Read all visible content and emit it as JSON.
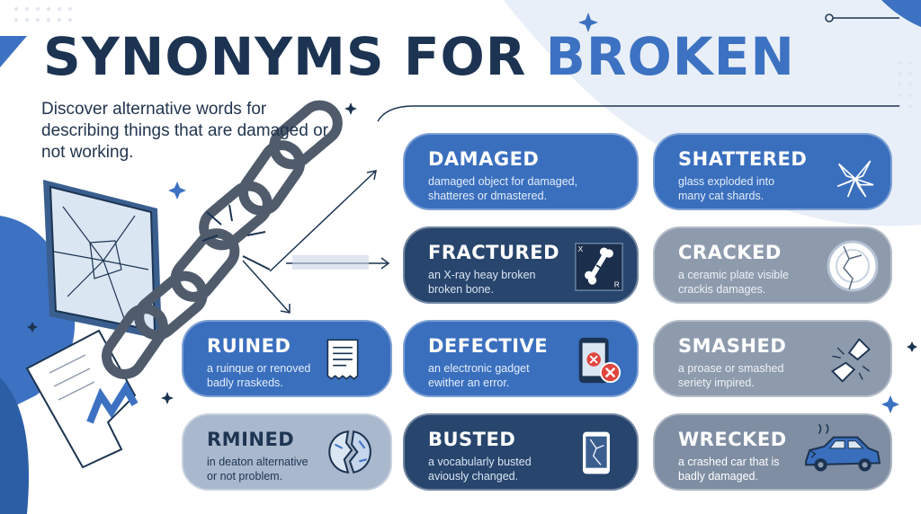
{
  "header": {
    "title_main": "SYNONYMS FOR ",
    "title_accent": "BROKEN",
    "subtitle": "Discover alternative words for describing things that are damaged or not working."
  },
  "cards": [
    {
      "name": "DAMAGED",
      "desc1": "damaged object for damaged,",
      "desc2": "shatteres or dmastered.",
      "icon": "none"
    },
    {
      "name": "SHATTERED",
      "desc1": "glass exploded into",
      "desc2": "many cat shards.",
      "icon": "shards-icon"
    },
    {
      "name": "FRACTURED",
      "desc1": "an X-ray heay broken",
      "desc2": "broken bone.",
      "icon": "xray-bone-icon"
    },
    {
      "name": "CRACKED",
      "desc1": "a ceramic plate visible",
      "desc2": "crackis damages.",
      "icon": "cracked-plate-icon"
    },
    {
      "name": "RUINED",
      "desc1": "a ruinque or renoved",
      "desc2": "badly rraskeds.",
      "icon": "receipt-icon"
    },
    {
      "name": "DEFECTIVE",
      "desc1": "an electronic gadget",
      "desc2": "ewither an error.",
      "icon": "phone-error-icon"
    },
    {
      "name": "SMASHED",
      "desc1": "a proase or smashed",
      "desc2": "seriety impired.",
      "icon": "smashed-object-icon"
    },
    {
      "name": "RMINED",
      "desc1": "in deaton alternative",
      "desc2": "or not problem.",
      "icon": "broken-globe-icon"
    },
    {
      "name": "BUSTED",
      "desc1": "a vocabularly busted",
      "desc2": "aviously changed.",
      "icon": "cracked-phone-icon"
    },
    {
      "name": "WRECKED",
      "desc1": "a crashed car that is",
      "desc2": "badly damaged.",
      "icon": "wrecked-car-icon"
    }
  ],
  "icons": [
    "broken-chain-icon",
    "cracked-window-icon",
    "torn-paper-icon",
    "sparkle-icon"
  ],
  "colors": {
    "navy": "#1c3452",
    "accent": "#3d72c2",
    "card_blue": "#3a6fbe",
    "card_navy": "#27456d",
    "card_grey": "#8e9bad"
  }
}
